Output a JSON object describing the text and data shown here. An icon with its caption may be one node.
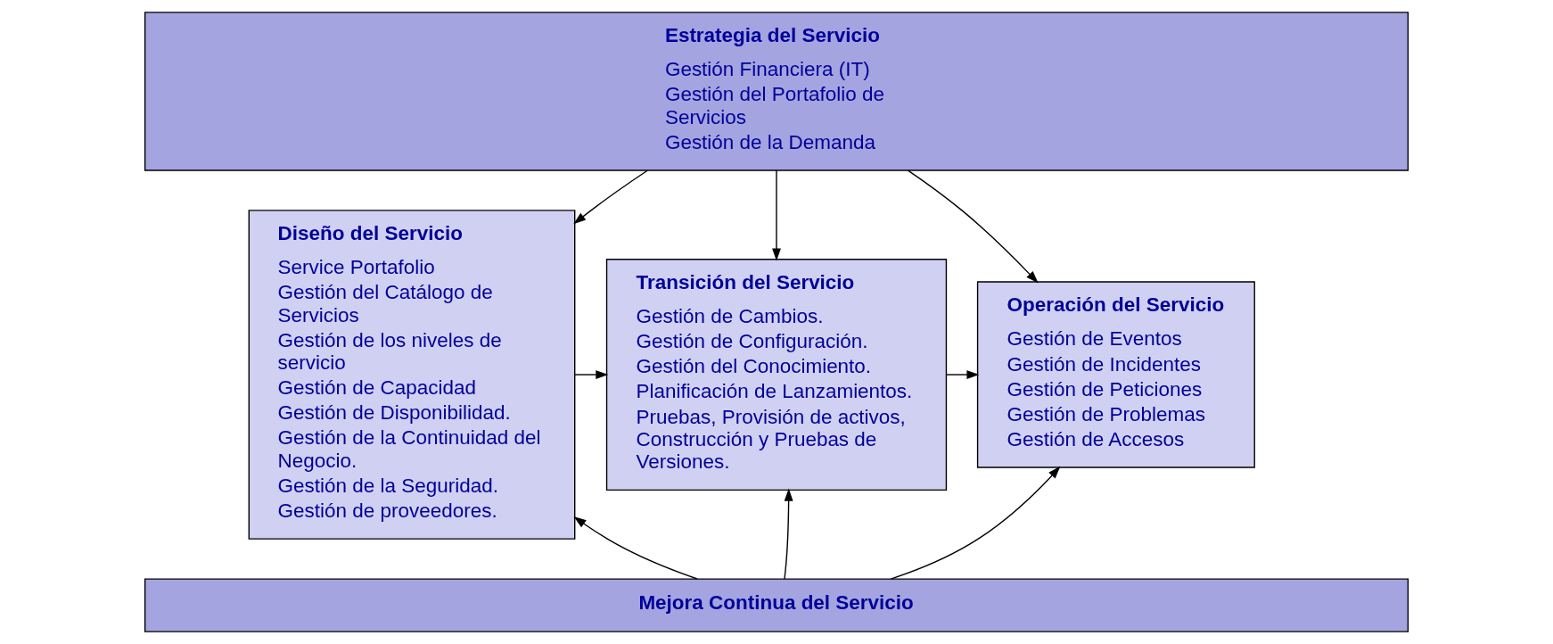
{
  "diagram": {
    "nodes": [
      {
        "text": [
          "Estrategia del Servicio",
          "Gestión Financiera (IT)",
          "Gestión del Portafolio de Servicios",
          "Gestión de la Demanda"
        ]
      },
      {
        "text": [
          "Diseño del Servicio",
          "Service Portafolio",
          "Gestión del Catálogo de Servicios",
          "Gestión de los niveles de servicio",
          "Gestión de Capacidad",
          "Gestión de Disponibilidad.",
          "Gestión de la Continuidad del Negocio.",
          "Gestión de la Seguridad.",
          "Gestión de proveedores."
        ]
      },
      {
        "text": [
          "Transición del Servicio",
          "Gestión de Cambios.",
          "Gestión de Configuración.",
          "Gestión del Conocimiento.",
          "Planificación de Lanzamientos.",
          "Pruebas, Provisión de activos, Construcción y Pruebas de Versiones."
        ]
      },
      {
        "text": [
          "Operación del Servicio",
          "Gestión de Eventos",
          "Gestión de Incidentes",
          "Gestión de Peticiones",
          "Gestión de Problemas",
          "Gestión de Accesos"
        ]
      },
      {
        "text": [
          "Mejora Continua del Servicio"
        ]
      }
    ],
    "edges": [
      {
        "from": 0,
        "to": 1,
        "arrow": "to"
      },
      {
        "from": 0,
        "to": 2,
        "arrow": "to"
      },
      {
        "from": 0,
        "to": 3,
        "arrow": "to"
      },
      {
        "from": 1,
        "to": 2,
        "arrow": "to"
      },
      {
        "from": 2,
        "to": 3,
        "arrow": "to"
      },
      {
        "from": 4,
        "to": 1,
        "arrow": "to"
      },
      {
        "from": 4,
        "to": 2,
        "arrow": "to"
      },
      {
        "from": 4,
        "to": 3,
        "arrow": "to"
      }
    ]
  }
}
